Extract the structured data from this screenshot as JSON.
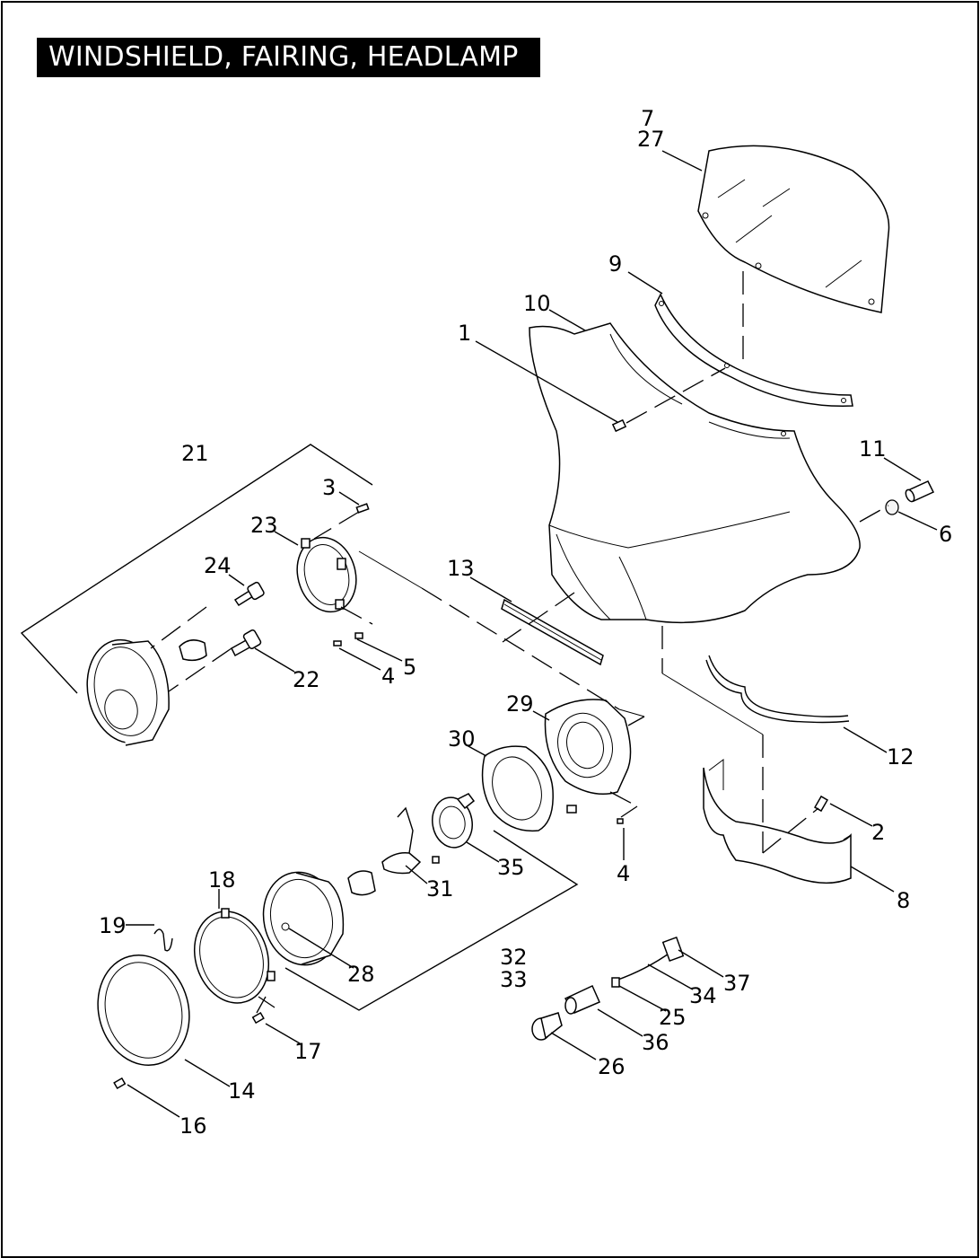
{
  "title": "WINDSHIELD, FAIRING, HEADLAMP",
  "callouts": {
    "c1": "1",
    "c2": "2",
    "c3": "3",
    "c4a": "4",
    "c4b": "4",
    "c5": "5",
    "c6": "6",
    "c7": "7",
    "c27": "27",
    "c8": "8",
    "c9": "9",
    "c10": "10",
    "c11": "11",
    "c12": "12",
    "c13": "13",
    "c14": "14",
    "c16": "16",
    "c17": "17",
    "c18": "18",
    "c19": "19",
    "c21": "21",
    "c22": "22",
    "c23": "23",
    "c24": "24",
    "c25": "25",
    "c26": "26",
    "c28": "28",
    "c29": "29",
    "c30": "30",
    "c31": "31",
    "c32": "32",
    "c33": "33",
    "c34": "34",
    "c35": "35",
    "c36": "36",
    "c37": "37"
  }
}
